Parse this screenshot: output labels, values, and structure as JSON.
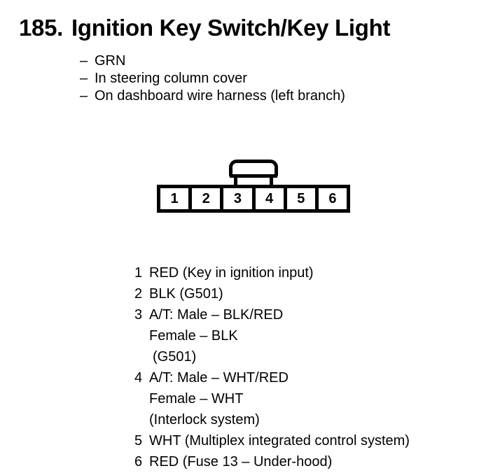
{
  "title": {
    "number": "185.",
    "text": "Ignition Key Switch/Key Light"
  },
  "notes": {
    "dash": "–",
    "items": [
      "GRN",
      "In steering column cover",
      "On dashboard wire harness (left branch)"
    ]
  },
  "connector": {
    "cavity_count": 6,
    "cells": [
      "1",
      "2",
      "3",
      "4",
      "5",
      "6"
    ],
    "latch": "locking-tab"
  },
  "pins": [
    {
      "number": "1",
      "lines": [
        {
          "text": "RED (Key in ignition input)",
          "indent": false
        }
      ]
    },
    {
      "number": "2",
      "lines": [
        {
          "text": "BLK (G501)",
          "indent": false
        }
      ]
    },
    {
      "number": "3",
      "lines": [
        {
          "text": "A/T: Male – BLK/RED",
          "indent": false
        },
        {
          "text": "Female – BLK",
          "indent": false
        },
        {
          "text": "(G501)",
          "indent": true
        }
      ]
    },
    {
      "number": "4",
      "lines": [
        {
          "text": "A/T: Male – WHT/RED",
          "indent": false
        },
        {
          "text": "Female – WHT",
          "indent": false
        },
        {
          "text": "(Interlock system)",
          "indent": false
        }
      ]
    },
    {
      "number": "5",
      "lines": [
        {
          "text": "WHT (Multiplex integrated control system)",
          "indent": false
        }
      ]
    },
    {
      "number": "6",
      "lines": [
        {
          "text": "RED (Fuse 13 – Under-hood)",
          "indent": false
        }
      ]
    }
  ],
  "colors": {
    "ink": "#000000",
    "background": "#ffffff"
  }
}
